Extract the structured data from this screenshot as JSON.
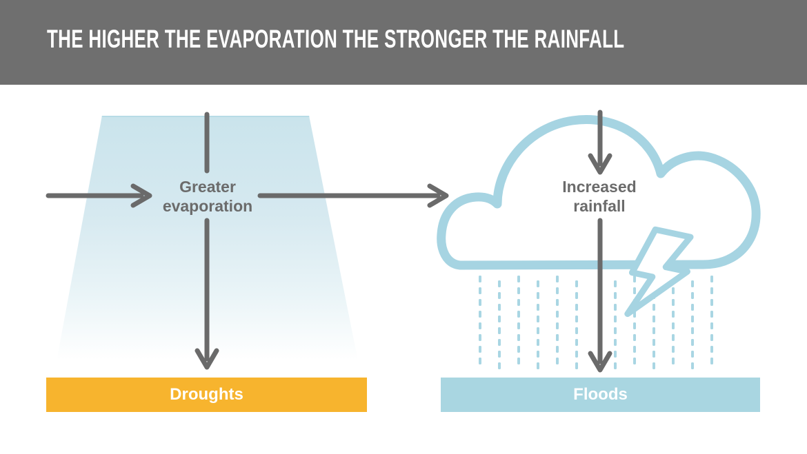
{
  "header": {
    "title": "THE HIGHER THE EVAPORATION THE STRONGER THE RAINFALL",
    "background_color": "#6F6F6F",
    "text_color": "#FFFFFF"
  },
  "diagram": {
    "evaporation": {
      "label_line1": "Greater",
      "label_line2": "evaporation",
      "outcome": {
        "label": "Droughts",
        "color": "#F7B42E",
        "text_color": "#FFFFFF"
      }
    },
    "rainfall": {
      "label_line1": "Increased",
      "label_line2": "rainfall",
      "outcome": {
        "label": "Floods",
        "color": "#A9D6E1",
        "text_color": "#FFFFFF"
      }
    },
    "colors": {
      "arrow": "#6A6A6A",
      "label_text": "#6B6B6B",
      "cloud_outline": "#A6D4E2",
      "rain": "#A9D6E3",
      "beam_top": "#CAE4EC",
      "header_bg": "#6F6F6F"
    }
  }
}
